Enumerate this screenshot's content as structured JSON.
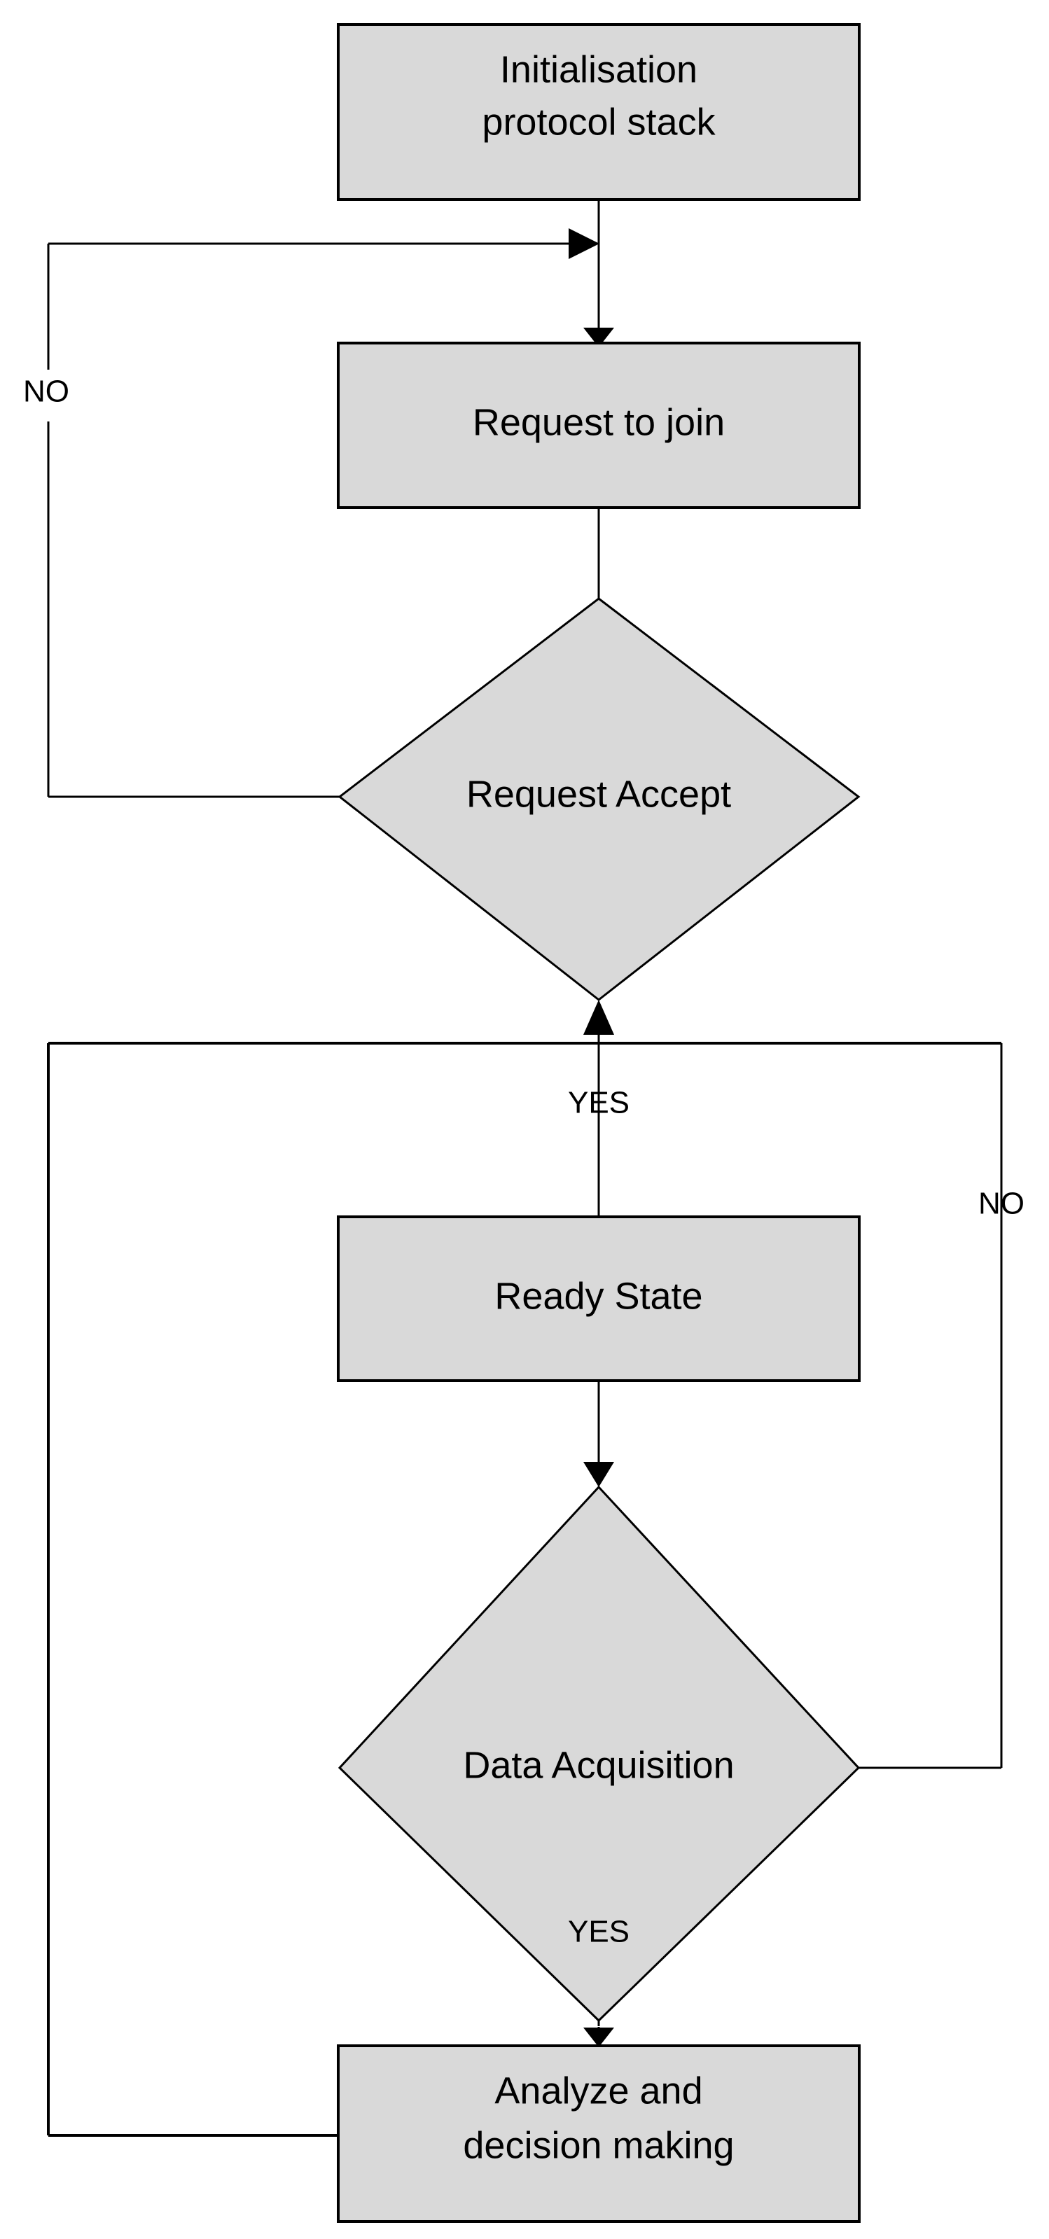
{
  "diagram": {
    "type": "flowchart",
    "title": "",
    "colors": {
      "node_fill": "#d9d9d9",
      "node_stroke": "#000000",
      "edge_stroke": "#000000",
      "background": "#ffffff",
      "text": "#000000"
    },
    "nodes": [
      {
        "id": "init",
        "shape": "process",
        "lines": [
          "Initialisation",
          "protocol stack"
        ],
        "line1": "Initialisation",
        "line2": "protocol stack"
      },
      {
        "id": "request-to-join",
        "shape": "process",
        "lines": [
          "Request to join"
        ],
        "line1": "Request to join",
        "line2": ""
      },
      {
        "id": "request-accept",
        "shape": "decision",
        "lines": [
          "Request Accept"
        ],
        "line1": "Request Accept",
        "line2": ""
      },
      {
        "id": "ready-state",
        "shape": "process",
        "lines": [
          "Ready State"
        ],
        "line1": "Ready State",
        "line2": ""
      },
      {
        "id": "data-acquisition",
        "shape": "decision",
        "lines": [
          "Data Acquisition"
        ],
        "line1": "Data Acquisition",
        "line2": ""
      },
      {
        "id": "analyze",
        "shape": "process",
        "lines": [
          "Analyze and",
          "decision making"
        ],
        "line1": "Analyze and",
        "line2": "decision making"
      }
    ],
    "edges": [
      {
        "id": "init-to-join",
        "from": "init",
        "to": "request-to-join",
        "label": ""
      },
      {
        "id": "join-to-accept",
        "from": "request-to-join",
        "to": "request-accept",
        "label": ""
      },
      {
        "id": "accept-no",
        "from": "request-accept",
        "to": "request-to-join",
        "label": "NO"
      },
      {
        "id": "accept-yes",
        "from": "request-accept",
        "to": "ready-state",
        "label": "YES"
      },
      {
        "id": "ready-to-acq",
        "from": "ready-state",
        "to": "data-acquisition",
        "label": ""
      },
      {
        "id": "acq-no",
        "from": "data-acquisition",
        "to": "request-accept",
        "label": "NO"
      },
      {
        "id": "acq-yes",
        "from": "data-acquisition",
        "to": "analyze",
        "label": "YES"
      },
      {
        "id": "analyze-to-accept",
        "from": "analyze",
        "to": "request-accept",
        "label": ""
      }
    ],
    "labels": {
      "no_top": "NO",
      "yes_upper": "YES",
      "no_right": "NO",
      "yes_lower": "YES"
    }
  }
}
